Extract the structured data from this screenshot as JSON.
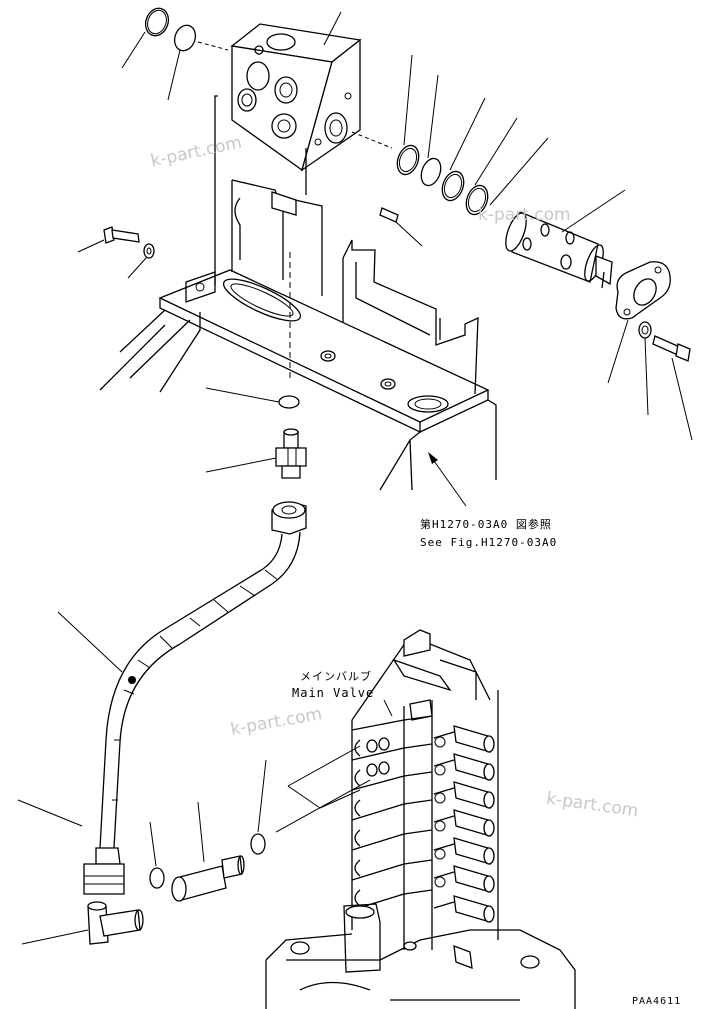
{
  "references": {
    "fig_ref_jp": "第H1270-03A0 図参照",
    "fig_ref_en": "See Fig.H1270-03A0"
  },
  "callouts": {
    "main_valve_jp": "メインバルブ",
    "main_valve_en": "Main Valve"
  },
  "page_code": "PAA4611",
  "watermarks": [
    "k-part.com",
    "k-part.com",
    "k-part.com",
    "k-part.com"
  ],
  "colors": {
    "line": "#000000",
    "watermark": "#c8c8c8",
    "background": "#ffffff"
  }
}
